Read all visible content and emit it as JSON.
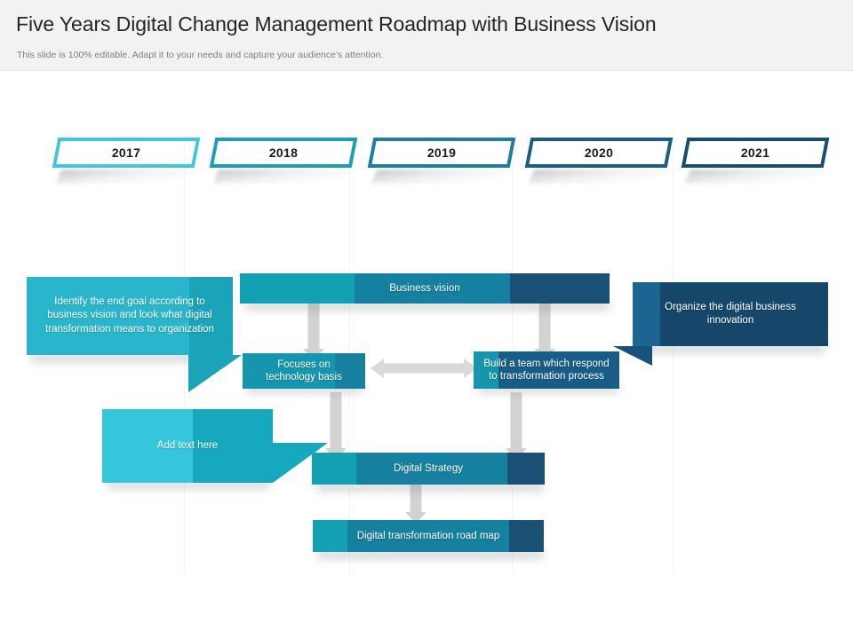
{
  "header": {
    "title": "Five Years Digital Change Management Roadmap with Business Vision",
    "subtitle": "This slide is 100% editable. Adapt it to your needs and capture your audience's attention."
  },
  "colors": {
    "cyan_light": "#35C6DE",
    "teal": "#16A8BE",
    "teal_dark": "#13A0B2",
    "blue_mid": "#15809F",
    "blue_deep": "#1A6A93",
    "navy": "#1A4F76",
    "navy_dark": "#16476B",
    "arrow_gray": "#D6D6D6",
    "header_bg": "#F2F2F2",
    "text_dark": "#242424",
    "text_muted": "#7E7E7E"
  },
  "timeline": {
    "years": [
      {
        "label": "2017",
        "color": "#3EC8DC"
      },
      {
        "label": "2018",
        "color": "#1C9FB6"
      },
      {
        "label": "2019",
        "color": "#1C7FA0"
      },
      {
        "label": "2020",
        "color": "#1A5C82"
      },
      {
        "label": "2021",
        "color": "#184D73"
      }
    ]
  },
  "diagram": {
    "business_vision": {
      "label": "Business vision"
    },
    "focuses": {
      "label": "Focuses on\ntechnology basis"
    },
    "build_team": {
      "label": "Build a team which respond\nto transformation process"
    },
    "digital_strategy": {
      "label": "Digital Strategy"
    },
    "roadmap": {
      "label": "Digital transformation road map"
    },
    "callout_left": {
      "label": "Identify the end goal according to business vision and look what digital transformation means to organization"
    },
    "callout_right": {
      "label": "Organize the digital business innovation"
    },
    "callout_add_text": {
      "label": "Add text here"
    }
  }
}
